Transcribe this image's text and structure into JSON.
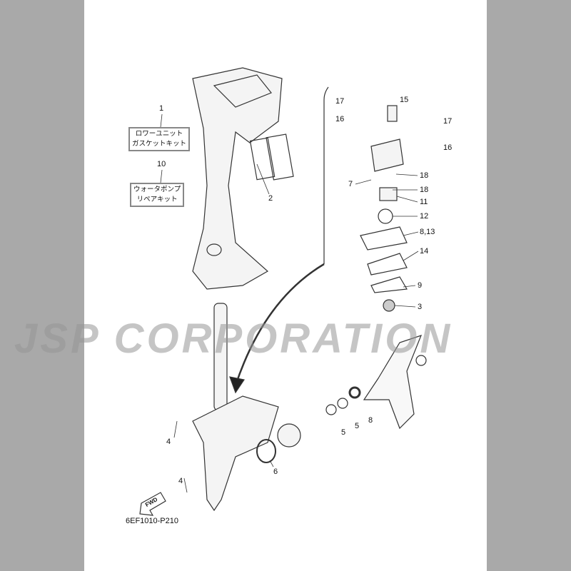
{
  "kits": [
    {
      "ref": "1",
      "name_line1": "ロワーユニット",
      "name_line2": "ガスケットキット"
    },
    {
      "ref": "10",
      "name_line1": "ウォータポンプ",
      "name_line2": "リペアキット"
    }
  ],
  "callouts": [
    "2",
    "17",
    "15",
    "16",
    "17",
    "16",
    "18",
    "7",
    "18",
    "11",
    "12",
    "8,13",
    "14",
    "9",
    "3",
    "5",
    "5",
    "8",
    "6",
    "4",
    "4"
  ],
  "fwd_label": "FWD",
  "diagram_code": "6EF1010-P210",
  "watermark": "JSP CORPORATION"
}
